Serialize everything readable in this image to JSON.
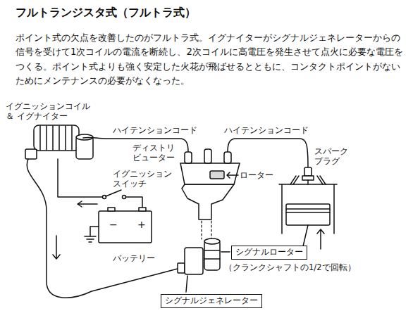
{
  "diagram": {
    "title": "フルトランジスタ式（フルトラ式）",
    "nodes": [
      {
        "text": [
          "シグナルローター"
        ]
      },
      {
        "text": [
          "シグナルジェネレーター"
        ]
      }
    ],
    "labels": [
      "ポイント式の欠点を改善したのがフルトラ式。イグナイターがシグナルジェネレーターからの信号を受けて1次コイルの電流を断続し、2次コイルに高電圧を発生させて点火に必要な電圧をつくる。ポイント式よりも強く安定した火花が飛ばせるとともに、コンタクトポイントがないためにメンテナンスの必要がなくなった。",
      "イグニッションコイル＆ イグナイター",
      "ハイテンションコード",
      "ハイテンションコード",
      "ディストリ ビューター",
      "ローター",
      "スパーク プラグ",
      "イグニッション スイッチ",
      "−",
      "+",
      "バッテリー",
      "（クランクシャフトの1/2で回転）"
    ]
  }
}
